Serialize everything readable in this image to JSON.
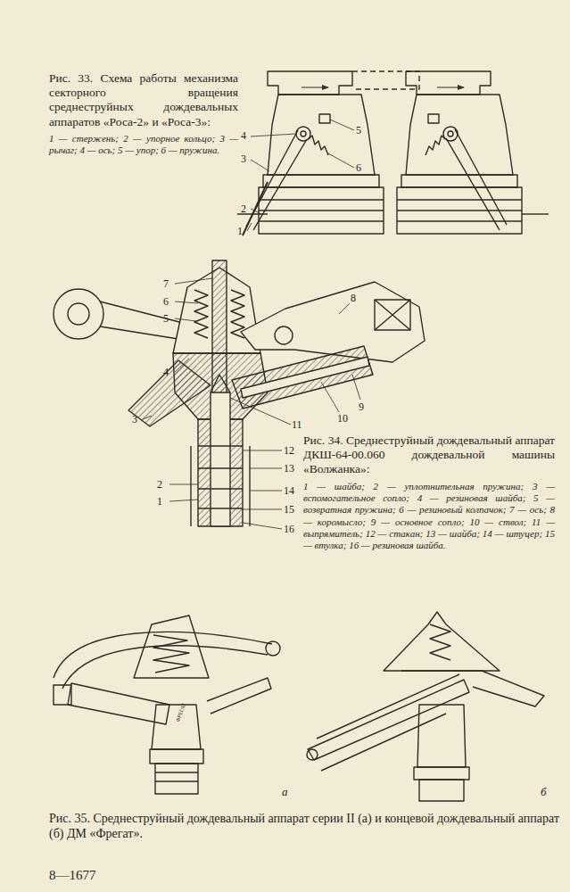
{
  "diagram": {
    "labels": [
      "Рис. 33. Схема работы механизма секторного вращения среднеструйных дождевальных аппаратов «Роса-2» и «Роса-3»:",
      "1 — стержень; 2 — упорное кольцо; 3 — рычаг; 4 — ось; 5 — упор; 6 — пружина.",
      "4",
      "5",
      "3",
      "6",
      "2",
      "1",
      "7",
      "6",
      "5",
      "8",
      "4",
      "3",
      "9",
      "10",
      "11",
      "12",
      "13",
      "14",
      "2",
      "1",
      "15",
      "16",
      "Рис. 34. Среднеструйный дождевальный аппарат ДКШ-64-00.060 дождевальной машины «Волжанка»:",
      "1 — шайба; 2 — уплотнительная пружина; 3 — вспомогательное сопло; 4 — резиновая шайба; 5 — возвратная пружина; 6 — резиновый колпачок; 7 — ось; 8 — коромысло; 9 — основное сопло; 10 — ствол; 11 — выпрямитель; 12 — стакан; 13 — шайба; 14 — штуцер; 15 — втулка; 16 — резиновая шайба.",
      "ФРЕГАТ",
      "а",
      "б",
      "Рис. 35. Среднеструйный дождевальный аппарат серии II (а) и концевой дождевальный аппарат (б) ДМ «Фрегат».",
      "8—1677"
    ]
  }
}
